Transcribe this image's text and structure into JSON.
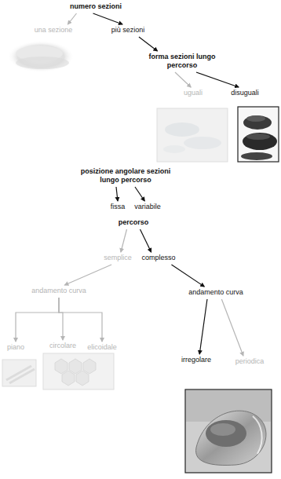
{
  "diagram": {
    "nodes": [
      {
        "text": [
          "numero sezioni"
        ]
      },
      {
        "text": [
          "una sezione"
        ]
      },
      {
        "text": [
          "più sezioni"
        ]
      },
      {
        "text": [
          "forma sezioni lungo percorso"
        ]
      },
      {
        "text": [
          "uguali"
        ]
      },
      {
        "text": [
          "disuguali"
        ]
      },
      {
        "text": [
          "posizione angolare sezioni lungo percorso"
        ]
      },
      {
        "text": [
          "fissa"
        ]
      },
      {
        "text": [
          "variabile"
        ]
      },
      {
        "text": [
          "percorso"
        ]
      },
      {
        "text": [
          "semplice"
        ]
      },
      {
        "text": [
          "complesso"
        ]
      },
      {
        "text": [
          "andamento curva"
        ]
      },
      {
        "text": [
          "andamento curva"
        ]
      },
      {
        "text": [
          "piano"
        ]
      },
      {
        "text": [
          "circolare"
        ]
      },
      {
        "text": [
          "elicoidale"
        ]
      },
      {
        "text": [
          "irregolare"
        ]
      },
      {
        "text": [
          "periodica"
        ]
      }
    ],
    "edges": [
      {
        "from": 0,
        "to": 1,
        "arrow": "to"
      },
      {
        "from": 0,
        "to": 2,
        "arrow": "to"
      },
      {
        "from": 2,
        "to": 3,
        "arrow": "to"
      },
      {
        "from": 3,
        "to": 4,
        "arrow": "to"
      },
      {
        "from": 3,
        "to": 5,
        "arrow": "to"
      },
      {
        "from": 6,
        "to": 7,
        "arrow": "to"
      },
      {
        "from": 6,
        "to": 8,
        "arrow": "to"
      },
      {
        "from": 9,
        "to": 10,
        "arrow": "to"
      },
      {
        "from": 9,
        "to": 11,
        "arrow": "to"
      },
      {
        "from": 10,
        "to": 12,
        "arrow": "to"
      },
      {
        "from": 11,
        "to": 13,
        "arrow": "to"
      },
      {
        "from": 12,
        "to": 14,
        "arrow": "to"
      },
      {
        "from": 12,
        "to": 15,
        "arrow": "to"
      },
      {
        "from": 12,
        "to": 16,
        "arrow": "to"
      },
      {
        "from": 13,
        "to": 17,
        "arrow": "to"
      },
      {
        "from": 13,
        "to": 18,
        "arrow": "to"
      }
    ]
  }
}
